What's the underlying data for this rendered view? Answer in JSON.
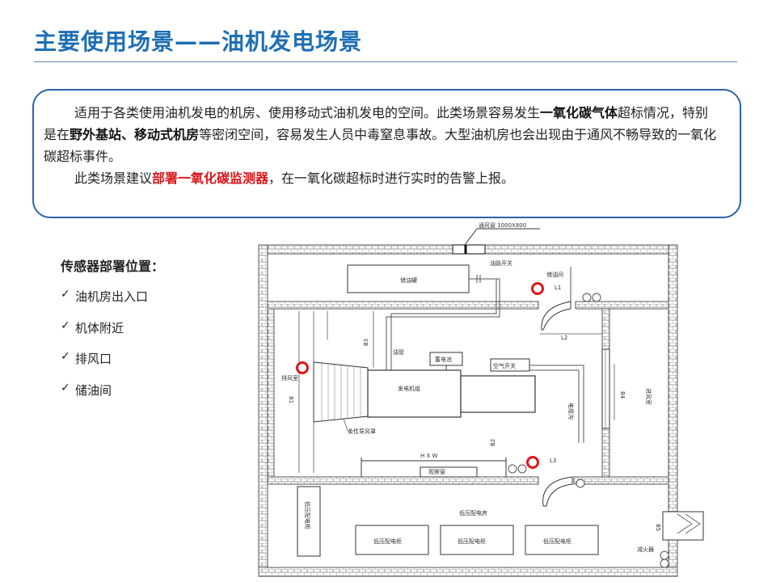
{
  "page": {
    "title": "主要使用场景——油机发电场景"
  },
  "description": {
    "p1_a": "适用于各类使用油机发电的机房、使用移动式油机发电的空间。此类场景容易发生",
    "p1_b": "一氧化碳气体",
    "p1_c": "超标情况，特别是在",
    "p1_d": "野外基站",
    "p1_e": "、",
    "p1_f": "移动式机房",
    "p1_g": "等密闭空间，容易发生人员中毒窒息事故。大型油机房也会出现由于通风不畅导致的一氧化碳超标事件。",
    "p2_a": "此类场景建议",
    "p2_b": "部署一氧化碳监测器",
    "p2_c": "，在一氧化碳超标时进行实时的告警上报。"
  },
  "sensors": {
    "heading": "传感器部署位置：",
    "items": [
      "油机房出入口",
      "机体附近",
      "排风口",
      "储油间"
    ]
  },
  "floorplan": {
    "labels": {
      "vent_window": "通风窗 1000X800",
      "oil_tank": "储油罐",
      "oil_switch": "油路开关",
      "oil_room": "储油间",
      "l1": "L1",
      "l2": "L2",
      "l3": "L3",
      "b1": "B1",
      "b2": "B2",
      "b3": "B3",
      "b4": "B4",
      "b5": "B5",
      "exhaust": "排风室",
      "oil_pipe": "油管",
      "battery": "蓄电池",
      "air_switch": "空气开关",
      "generator": "发电机组",
      "cable_trench": "电缆沟",
      "air_intake": "进风室",
      "flex_duct": "柔性导风罩",
      "hxw": "H X W",
      "observe_window": "观察窗",
      "lv_room": "低压配电房",
      "lv_cabinet": "低压配电柜",
      "extinguisher": "减火器"
    },
    "sensor_color": "#e0161c"
  }
}
